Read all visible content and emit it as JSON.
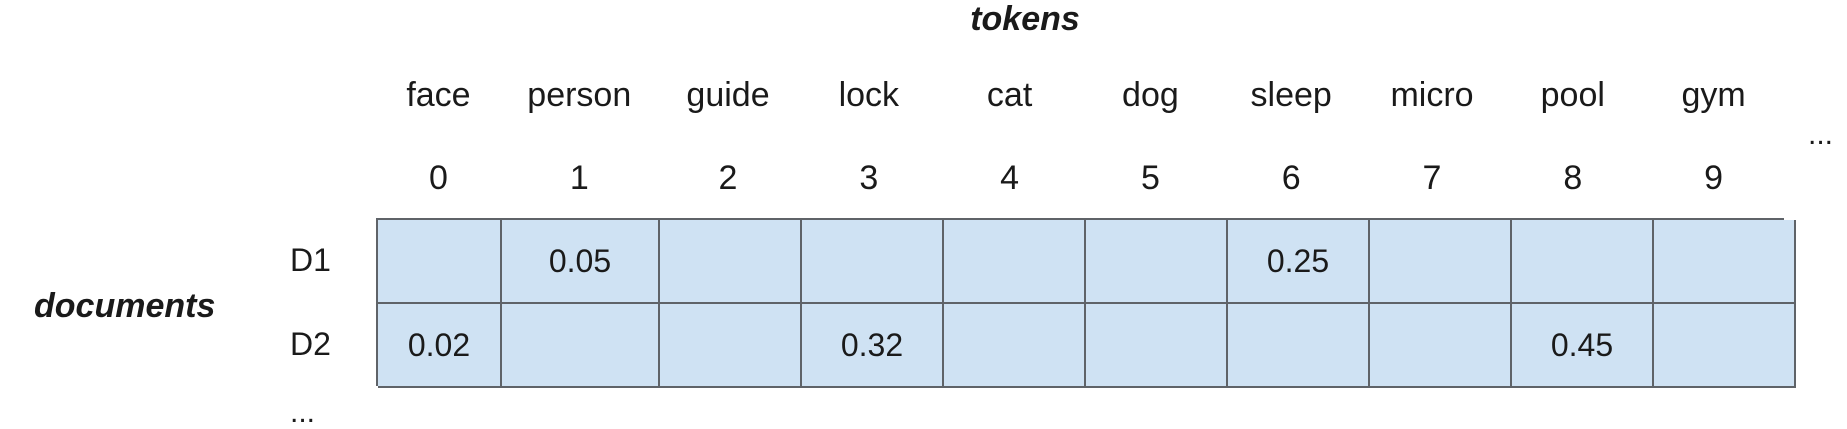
{
  "titles": {
    "tokens": "tokens",
    "documents": "documents"
  },
  "tokens": [
    {
      "name": "face",
      "index": "0"
    },
    {
      "name": "person",
      "index": "1"
    },
    {
      "name": "guide",
      "index": "2"
    },
    {
      "name": "lock",
      "index": "3"
    },
    {
      "name": "cat",
      "index": "4"
    },
    {
      "name": "dog",
      "index": "5"
    },
    {
      "name": "sleep",
      "index": "6"
    },
    {
      "name": "micro",
      "index": "7"
    },
    {
      "name": "pool",
      "index": "8"
    },
    {
      "name": "gym",
      "index": "9"
    }
  ],
  "tokens_ellipsis": "...",
  "documents": [
    {
      "label": "D1",
      "values": [
        "",
        "0.05",
        "",
        "",
        "",
        "",
        "0.25",
        "",
        "",
        ""
      ]
    },
    {
      "label": "D2",
      "values": [
        "0.02",
        "",
        "",
        "0.32",
        "",
        "",
        "",
        "",
        "0.45",
        ""
      ]
    }
  ],
  "documents_ellipsis": "...",
  "colors": {
    "cell_fill": "#cfe2f3",
    "grid_line": "#5f6368"
  }
}
